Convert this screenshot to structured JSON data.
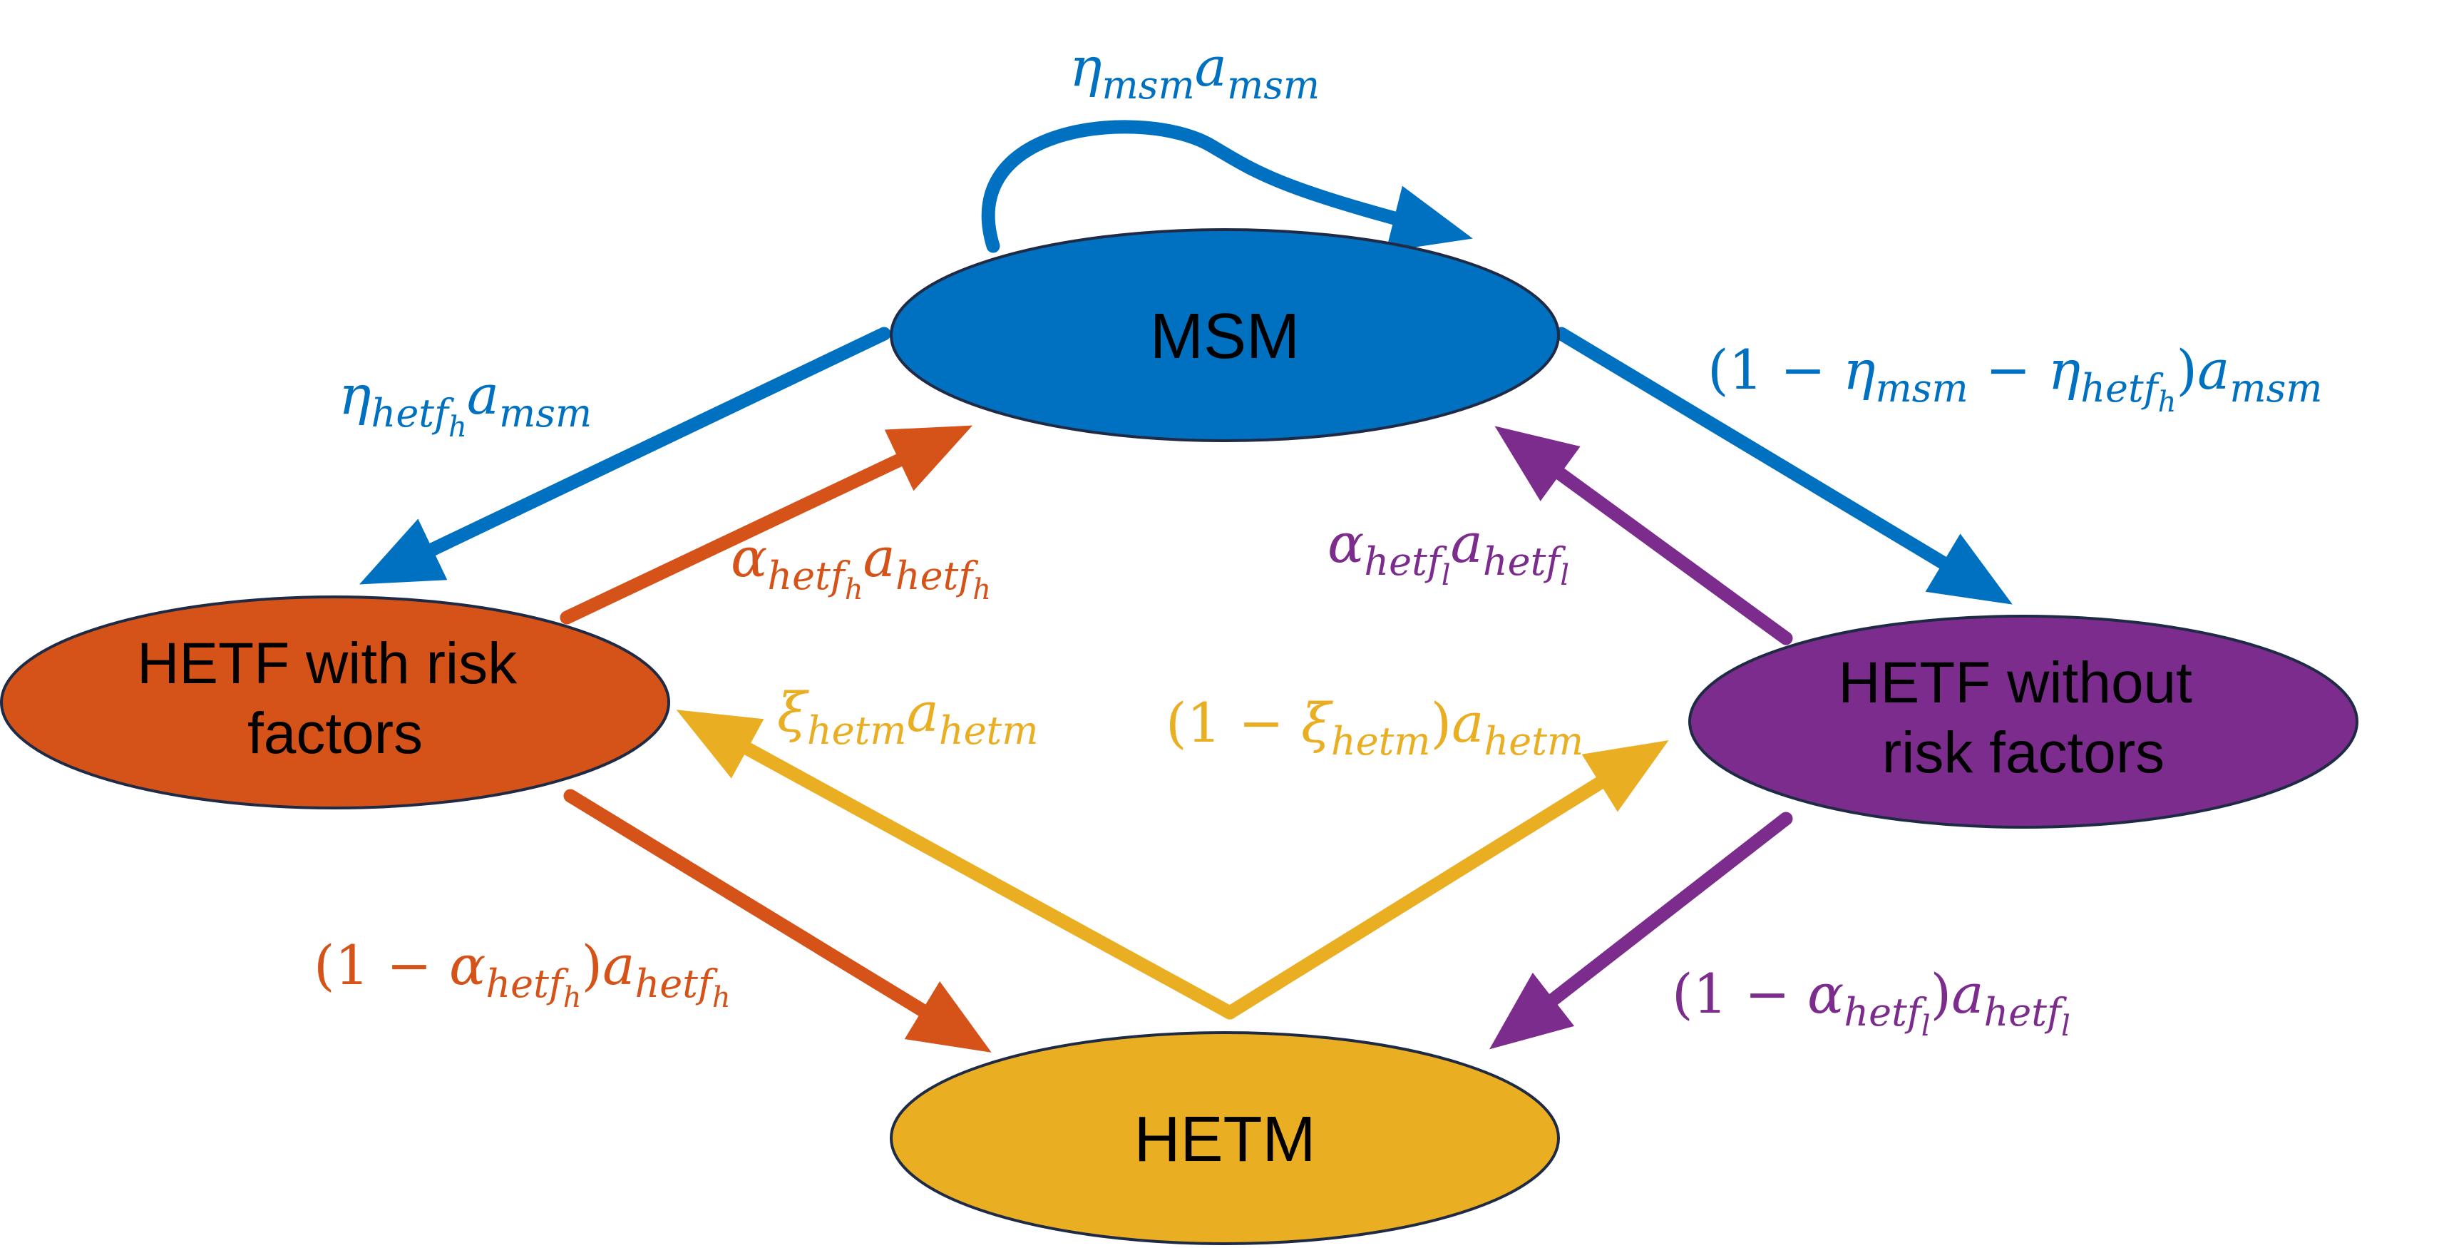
{
  "colors": {
    "msm": "#0070C0",
    "hetf_h": "#D55218",
    "hetf_l": "#7B2C8C",
    "hetm": "#EAAE22",
    "outline": "#1F2A44"
  },
  "nodes": {
    "msm": "MSM",
    "hetf_with_risk": [
      "HETF with risk",
      "factors"
    ],
    "hetf_without_risk": [
      "HETF without",
      "risk factors"
    ],
    "hetm": "HETM"
  },
  "labels": {
    "self_loop": {
      "sym": "η",
      "sub": "msm",
      "a": "a",
      "asub": "msm"
    },
    "msm_to_hetf_h": {
      "sym": "η",
      "sub": "hetf",
      "subsub": "h",
      "a": "a",
      "asub": "msm"
    },
    "msm_to_hetf_l": {
      "open": "(1 − ",
      "sym1": "η",
      "sub1": "msm",
      "mid": " − ",
      "sym2": "η",
      "sub2": "hetf",
      "subsub2": "h",
      "close": ")",
      "a": "a",
      "asub": "msm"
    },
    "hetf_h_to_msm": {
      "sym": "α",
      "sub": "hetf",
      "subsub": "h",
      "a": "a",
      "asub": "hetf",
      "asubsub": "h"
    },
    "hetf_l_to_msm": {
      "sym": "α",
      "sub": "hetf",
      "subsub": "l",
      "a": "a",
      "asub": "hetf",
      "asubsub": "l"
    },
    "hetm_to_hetf_h": {
      "sym": "ξ",
      "sub": "hetm",
      "a": "a",
      "asub": "hetm"
    },
    "hetm_to_hetf_l": {
      "open": "(1 − ",
      "sym": "ξ",
      "sub": "hetm",
      "close": ")",
      "a": "a",
      "asub": "hetm"
    },
    "hetf_h_to_hetm": {
      "open": "(1 − ",
      "sym": "α",
      "sub": "hetf",
      "subsub": "h",
      "close": ")",
      "a": "a",
      "asub": "hetf",
      "asubsub": "h"
    },
    "hetf_l_to_hetm": {
      "open": "(1 − ",
      "sym": "α",
      "sub": "hetf",
      "subsub": "l",
      "close": ")",
      "a": "a",
      "asub": "hetf",
      "asubsub": "l"
    }
  }
}
